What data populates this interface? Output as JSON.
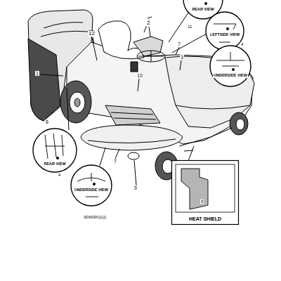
{
  "diagram": {
    "nodes": [
      {
        "text": [
          "REAR VIEW"
        ]
      },
      {
        "text": [
          "LEFTSIDE VIEW"
        ]
      },
      {
        "text": [
          "UNDERSIDE VIEW"
        ]
      },
      {
        "text": [
          "REAR VIEW"
        ]
      },
      {
        "text": [
          "UNDERSIDE VIEW"
        ]
      },
      {
        "text": [
          "HEAT SHIELD"
        ]
      }
    ],
    "labels": [
      "2",
      "12",
      "11",
      "7",
      "3",
      "4",
      "1",
      "10",
      "6",
      "7",
      "9",
      "4",
      "8",
      "3D4009X11(2)"
    ]
  }
}
